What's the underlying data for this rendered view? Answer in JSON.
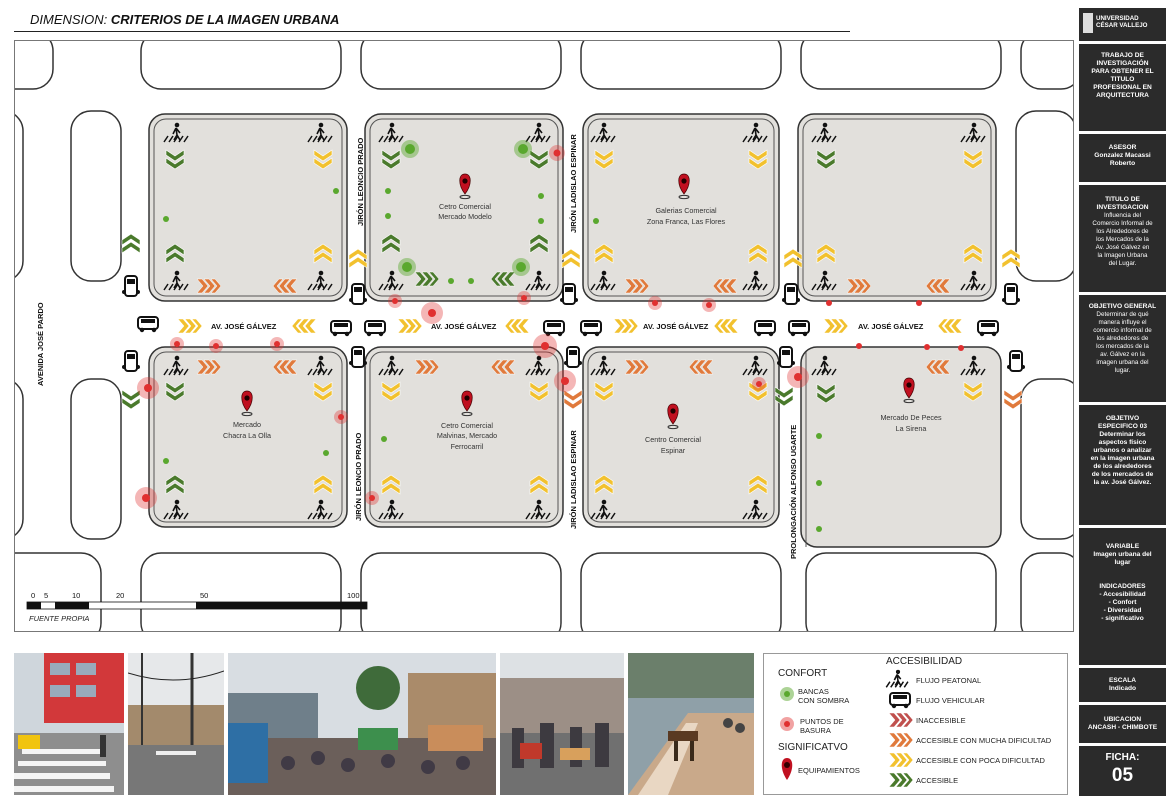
{
  "header": {
    "prefix": "DIMENSION: ",
    "title": "CRITERIOS DE LA IMAGEN URBANA"
  },
  "streets": {
    "avenue_main": "AV. JOSÉ GÁLVEZ",
    "avenue_pardo": "AVENIDA JOSÉ PARDO",
    "jiron_prado": "JIRÓN LEONCIO PRADO",
    "jiron_espinar": "JIRÓN LADISLAO ESPINAR",
    "prolongacion": "PROLONGACIÓN ALFONSO UGARTE"
  },
  "markets": [
    {
      "line1": "Cetro Comercial",
      "line2": "Mercado Modelo"
    },
    {
      "line1": "Galerias Comercial",
      "line2": "Zona Franca, Las Flores"
    },
    {
      "line1": "Mercado",
      "line2": "Chacra La Olla"
    },
    {
      "line1": "Cetro Comercial",
      "line2": "Malvinas, Mercado",
      "line3": "Ferrocarril"
    },
    {
      "line1": "Centro Comercial",
      "line2": "Espinar"
    },
    {
      "line1": "Mercado De Peces",
      "line2": "La Sirena"
    }
  ],
  "scale": {
    "ticks": [
      "0",
      "5",
      "10",
      "20",
      "50",
      "100"
    ],
    "source": "FUENTE PROPIA"
  },
  "legend": {
    "confort_title": "CONFORT",
    "bench_l1": "BANCAS",
    "bench_l2": "CON SOMBRA",
    "trash_l1": "PUNTOS DE",
    "trash_l2": "BASURA",
    "signif_title": "SIGNIFICATVO",
    "equip": "EQUIPAMIENTOS",
    "access_title": "ACCESIBILIDAD",
    "ped": "FLUJO PEATONAL",
    "veh": "FLUJO VEHICULAR",
    "inacc": "INACCESIBLE",
    "much": "ACCESIBLE CON MUCHA DIFICULTAD",
    "little": "ACCESIBLE CON POCA DIFICULTAD",
    "acc": "ACCESIBLE"
  },
  "sidebar": {
    "uni1": "UNIVERSIDAD",
    "uni2": "CÉSAR VALLEJO",
    "trabajo": [
      "TRABAJO DE",
      "INVESTIGACIÓN",
      "PARA OBTENER EL",
      "TITULO",
      "PROFESIONAL EN",
      "ARQUITECTURA"
    ],
    "asesor_h": "ASESOR",
    "asesor": [
      "Gonzalez Macassi",
      "Roberto"
    ],
    "titulo_h": [
      "TITULO DE",
      "INVESTIGACION"
    ],
    "titulo": [
      "Influencia del",
      "Comercio Informal de",
      "los Alrededores de",
      "los Mercados de la",
      "Av. José Gálvez en",
      "la Imagen Urbana",
      "del Lugar."
    ],
    "obj_h": "OBJETIVO GENERAL",
    "obj": [
      "Determinar de qué",
      "manera influye el",
      "comercio informal de",
      "los alrededores de",
      "los mercados de la",
      "av. Gálvez en la",
      "imagen urbana del",
      "lugar."
    ],
    "esp_h": [
      "OBJETIVO",
      "ESPECIFICO 03"
    ],
    "esp": [
      "Determinar los",
      "aspectos físico",
      "urbanos o analizar",
      "en la imagen urbana",
      "de los alrededores",
      "de los mercados de",
      "la av. José Gálvez."
    ],
    "var_h": "VARIABLE",
    "var": [
      "Imagen urbana del",
      "lugar"
    ],
    "ind_h": "INDICADORES",
    "ind": [
      "-   Accesibilidad",
      "-   Confort",
      "-   Diversidad",
      "-   significativo"
    ],
    "escala_h": "ESCALA",
    "escala": "Indicado",
    "ubic_h": "UBICACION",
    "ubic": "ANCASH - CHIMBOTE",
    "ficha_h": "FICHA:",
    "ficha": "05"
  },
  "colors": {
    "block": "#e2e0dc",
    "inacc": "#c0504d",
    "much": "#e07a3c",
    "little": "#f2c12e",
    "acc": "#4a7a2c",
    "bench": "#5aa82e",
    "trash": "#e03030",
    "pin": "#c01020",
    "dark": "#2b2b2b"
  }
}
